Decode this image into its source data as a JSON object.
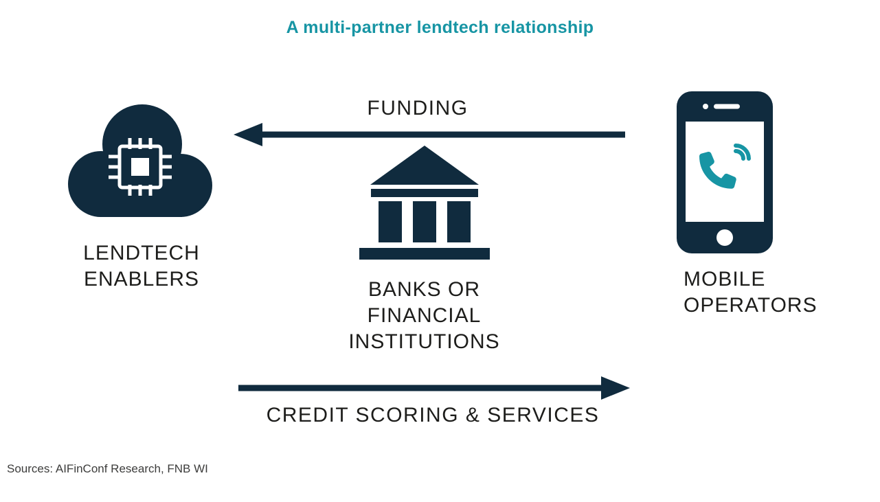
{
  "title": "A multi-partner lendtech relationship",
  "nodes": {
    "lendtech": {
      "label": "LENDTECH\nENABLERS",
      "icon": "cloud-with-chip-icon"
    },
    "banks": {
      "label": "BANKS OR\nFINANCIAL\nINSTITUTIONS",
      "icon": "bank-building-icon"
    },
    "mobile": {
      "label": "MOBILE\nOPERATORS",
      "icon": "smartphone-with-call-icon"
    }
  },
  "arrows": {
    "funding": {
      "label": "FUNDING",
      "direction": "right-to-left",
      "from": "MOBILE OPERATORS",
      "to": "LENDTECH ENABLERS"
    },
    "credit": {
      "label": "CREDIT SCORING & SERVICES",
      "direction": "left-to-right",
      "from": "LENDTECH ENABLERS",
      "to": "MOBILE OPERATORS"
    }
  },
  "source": "Sources: AIFinConf Research, FNB WI",
  "colors": {
    "navy": "#102b3e",
    "teal": "#1795a4",
    "text": "#1d1d1b",
    "source_text": "#3c3c3b",
    "background": "#ffffff"
  }
}
